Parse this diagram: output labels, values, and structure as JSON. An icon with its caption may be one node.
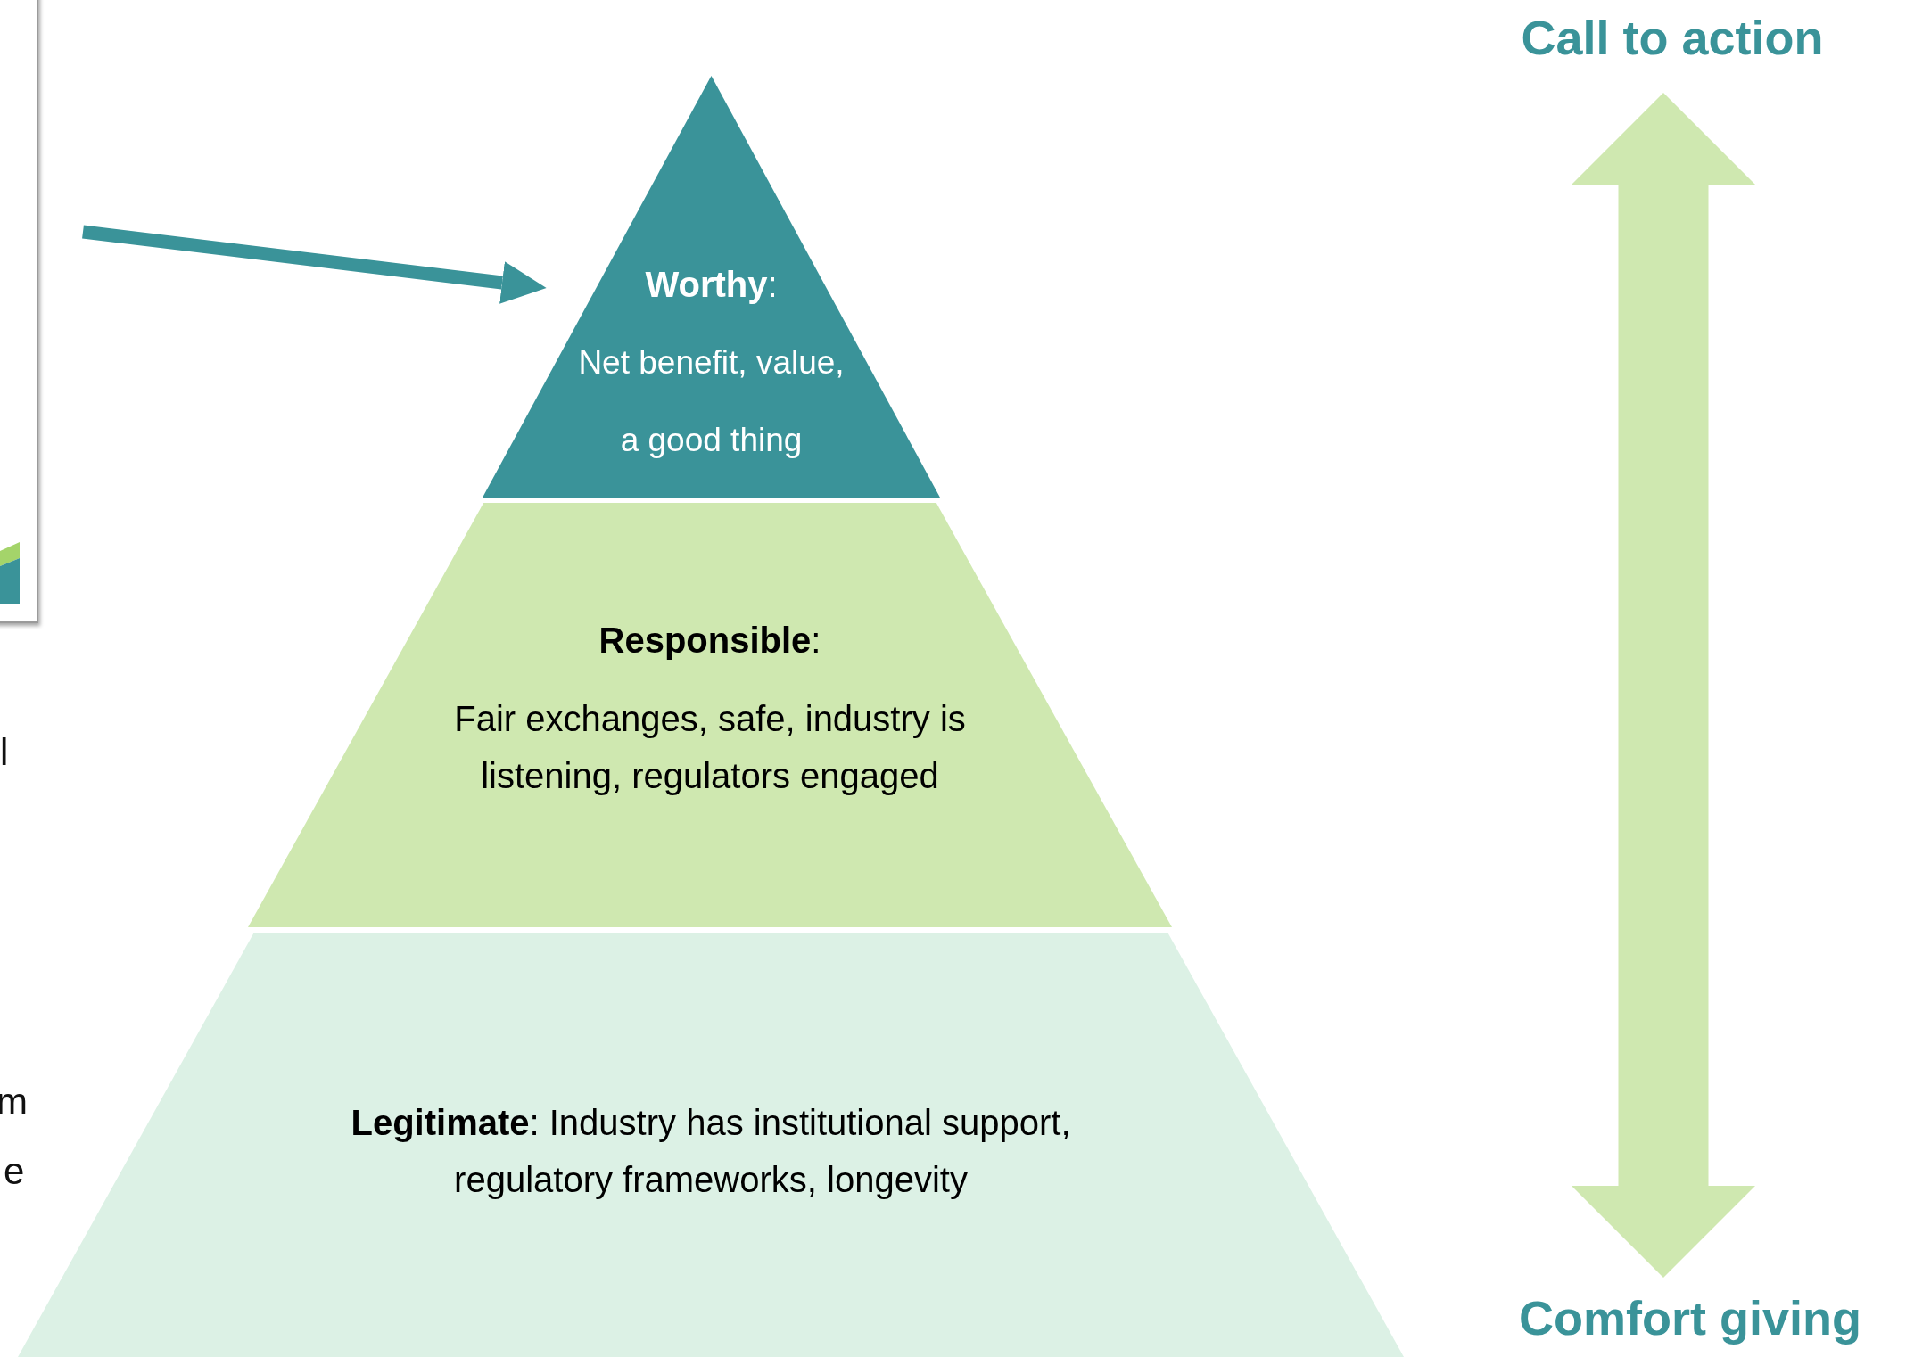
{
  "diagram": {
    "nodes": [
      {
        "text": [],
        "shape": "picture"
      },
      {
        "text": [
          "**Worthy**:",
          "Net benefit, value, a good thing"
        ]
      },
      {
        "text": [
          "**Responsible**:",
          "Fair exchanges, safe, industry is listening, regulators engaged"
        ]
      },
      {
        "text": [
          "**Legitimate**: Industry has institutional support, regulatory frameworks, longevity"
        ]
      },
      {
        "text": [
          "Call to action"
        ]
      },
      {
        "text": [
          "Comfort giving"
        ]
      }
    ],
    "edges": [
      {
        "from": 0,
        "to": 1,
        "arrow": "to"
      },
      {
        "from": 5,
        "to": 4,
        "arrow": "both",
        "style": "thick",
        "color": "#cfe8b0"
      }
    ],
    "labels": [
      "l",
      "m",
      "e"
    ]
  }
}
